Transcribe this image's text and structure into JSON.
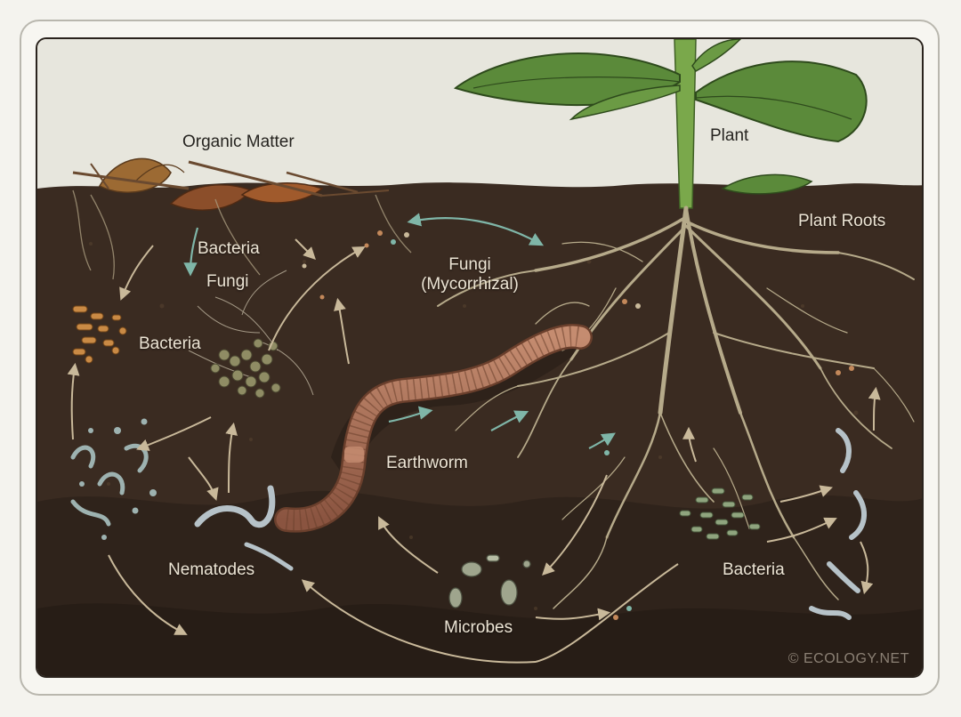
{
  "labels": {
    "organic_matter": "Organic Matter",
    "plant": "Plant",
    "plant_roots": "Plant Roots",
    "bacteria_top": "Bacteria",
    "fungi_top": "Fungi",
    "fungi_mycorrhizal_line1": "Fungi",
    "fungi_mycorrhizal_line2": "(Mycorrhizal)",
    "bacteria_left": "Bacteria",
    "earthworm": "Earthworm",
    "nematodes": "Nematodes",
    "bacteria_right": "Bacteria",
    "microbes": "Microbes"
  },
  "credit": "© ECOLOGY.NET",
  "colors": {
    "sky": "#e7e6dd",
    "soil": "#3b2c22",
    "soil_dark": "#2b2019",
    "leaf": "#5b8a3a",
    "stem": "#7aa84b",
    "root": "#b6aa8a",
    "worm": "#a66a52",
    "arrow": "#c9b99a",
    "arrow_teal": "#7fb6a8",
    "bacteria_orange": "#c98a45",
    "bacteria_green": "#8fa47e"
  }
}
